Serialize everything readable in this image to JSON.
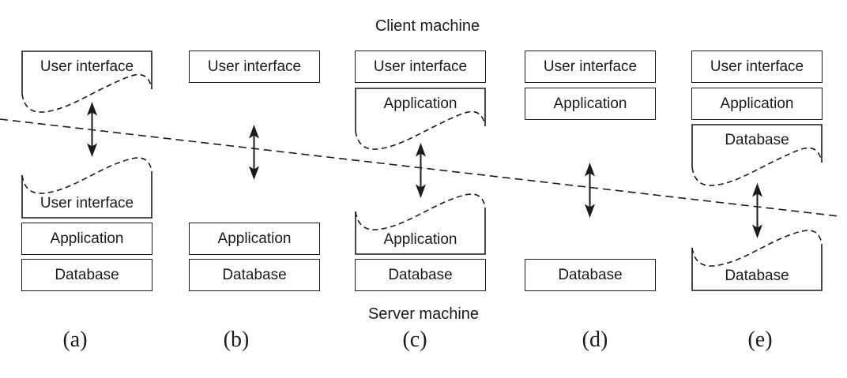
{
  "figure": {
    "client_machine_label": "Client machine",
    "server_machine_label": "Server machine"
  },
  "columns": [
    {
      "caption": "(a)",
      "client_boxes": [
        {
          "label": "User interface",
          "edge": "torn-bottom"
        }
      ],
      "server_boxes": [
        {
          "label": "User interface",
          "edge": "torn-top"
        },
        {
          "label": "Application"
        },
        {
          "label": "Database"
        }
      ]
    },
    {
      "caption": "(b)",
      "client_boxes": [
        {
          "label": "User interface"
        }
      ],
      "server_boxes": [
        {
          "label": "Application"
        },
        {
          "label": "Database"
        }
      ]
    },
    {
      "caption": "(c)",
      "client_boxes": [
        {
          "label": "User interface"
        },
        {
          "label": "Application",
          "edge": "torn-bottom"
        }
      ],
      "server_boxes": [
        {
          "label": "Application",
          "edge": "torn-top"
        },
        {
          "label": "Database"
        }
      ]
    },
    {
      "caption": "(d)",
      "client_boxes": [
        {
          "label": "User interface"
        },
        {
          "label": "Application"
        }
      ],
      "server_boxes": [
        {
          "label": "Database"
        }
      ]
    },
    {
      "caption": "(e)",
      "client_boxes": [
        {
          "label": "User interface"
        },
        {
          "label": "Application"
        },
        {
          "label": "Database",
          "edge": "torn-bottom"
        }
      ],
      "server_boxes": [
        {
          "label": "Database",
          "edge": "torn-top"
        }
      ]
    }
  ],
  "icons": {
    "divider_arrow": "double-headed-vertical-arrow",
    "divider_line": "dashed-diagonal-line"
  },
  "colors": {
    "ink": "#1b1b1b",
    "background": "#ffffff"
  }
}
